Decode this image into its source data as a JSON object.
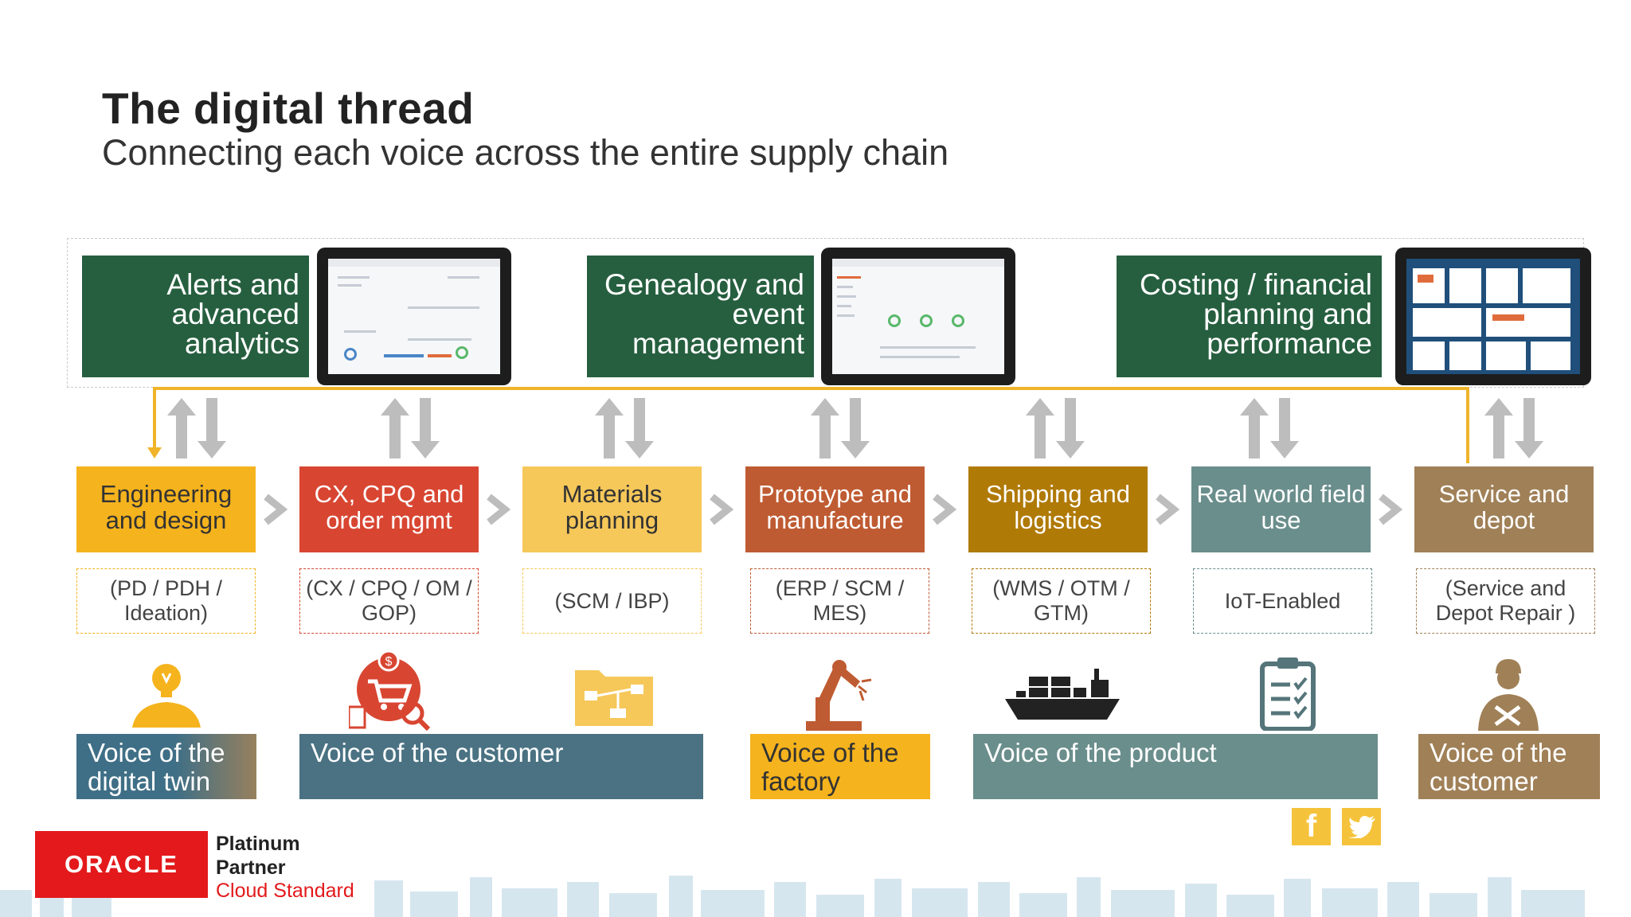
{
  "title": "The digital thread",
  "subtitle": "Connecting each voice across the entire supply chain",
  "top_panels": [
    {
      "label": "Alerts and advanced analytics"
    },
    {
      "label": "Genealogy and event management"
    },
    {
      "label": "Costing / financial planning and performance"
    }
  ],
  "stages": [
    {
      "label": "Engineering and design",
      "systems": "(PD / PDH / Ideation)",
      "color": "#f5b31d",
      "icon": "person-lightbulb-icon"
    },
    {
      "label": "CX, CPQ and order mgmt",
      "systems": "(CX / CPQ / OM / GOP)",
      "color": "#d84632",
      "icon": "shopping-cart-search-icon"
    },
    {
      "label": "Materials planning",
      "systems": "(SCM /  IBP)",
      "color": "#f6c85a",
      "icon": "folder-network-icon"
    },
    {
      "label": "Prototype and manufacture",
      "systems": "(ERP / SCM / MES)",
      "color": "#bf5b32",
      "icon": "robot-arm-icon"
    },
    {
      "label": "Shipping and logistics",
      "systems": "(WMS / OTM / GTM)",
      "color": "#b07a07",
      "icon": "cargo-ship-icon"
    },
    {
      "label": "Real world field use",
      "systems": "IoT-Enabled",
      "color": "#6a8e8c",
      "icon": "clipboard-checklist-icon"
    },
    {
      "label": "Service and depot",
      "systems": "(Service and Depot Repair )",
      "color": "#a08057",
      "icon": "technician-icon"
    }
  ],
  "voices": [
    {
      "label": "Voice of the digital twin"
    },
    {
      "label": "Voice of the customer"
    },
    {
      "label": "Voice of the factory"
    },
    {
      "label": "Voice of the product"
    },
    {
      "label": "Voice of the customer"
    }
  ],
  "branding": {
    "logo": "ORACLE",
    "line1": "Platinum",
    "line2": "Partner",
    "line3": "Cloud Standard"
  },
  "social": {
    "facebook": "f",
    "twitter_icon": "twitter-icon"
  },
  "colors": {
    "green": "#265f3f",
    "accent_line": "#f0b42a",
    "brand_red": "#e3191b"
  }
}
